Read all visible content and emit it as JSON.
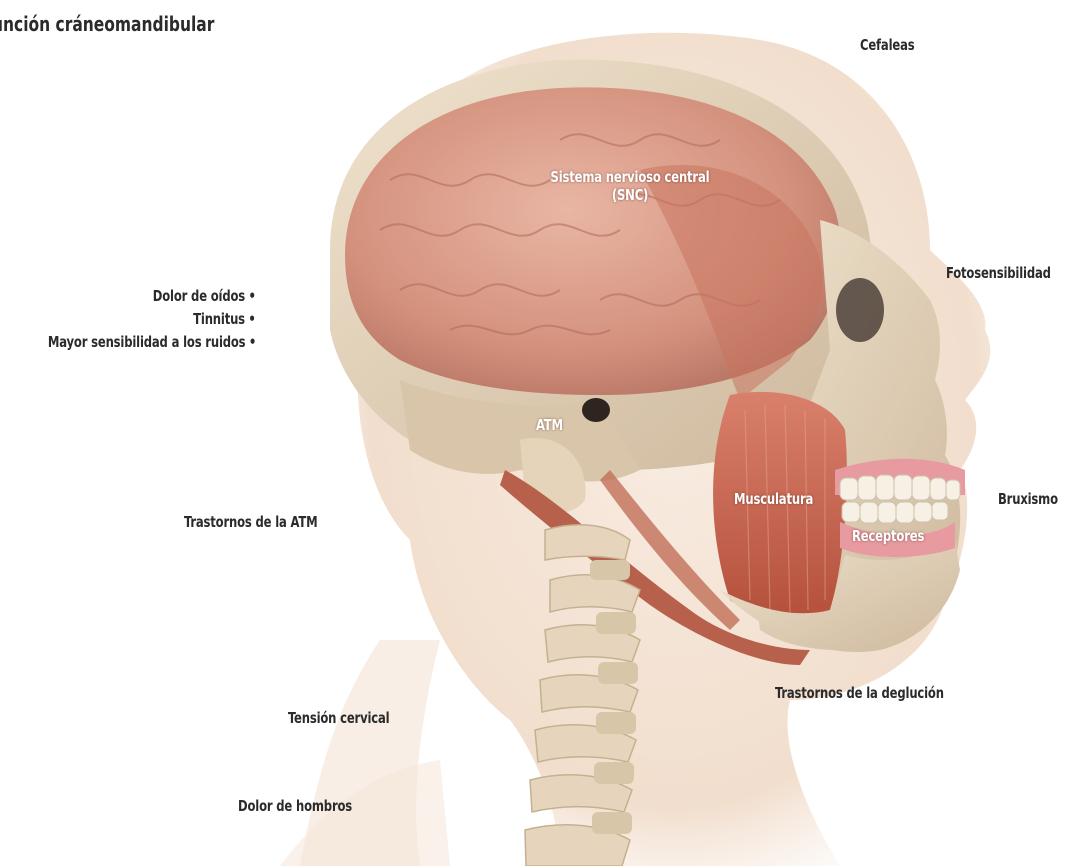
{
  "title": "unción cráneomandibular",
  "labels": {
    "cefaleas": "Cefaleas",
    "snc_line1": "Sistema nervioso central",
    "snc_line2": "(SNC)",
    "fotosensibilidad": "Fotosensibilidad",
    "dolor_oidos": "Dolor de oídos",
    "tinnitus": "Tinnitus",
    "ruidos": "Mayor sensibilidad a los ruidos",
    "atm": "ATM",
    "musculatura": "Musculatura",
    "bruxismo": "Bruxismo",
    "receptores": "Receptores",
    "trastornos_atm": "Trastornos de la ATM",
    "trastornos_deglucion": "Trastornos de la deglución",
    "tension_cervical": "Tensión cervical",
    "dolor_hombros": "Dolor de hombros"
  },
  "bullet_symbol": "•",
  "colors": {
    "label_text": "#2b2b2b",
    "inner_label_text": "#ffffff",
    "brain": "#d89a86",
    "bone": "#e7d6bd",
    "muscle": "#c8604a",
    "skin_halo": "#f0dccb"
  }
}
